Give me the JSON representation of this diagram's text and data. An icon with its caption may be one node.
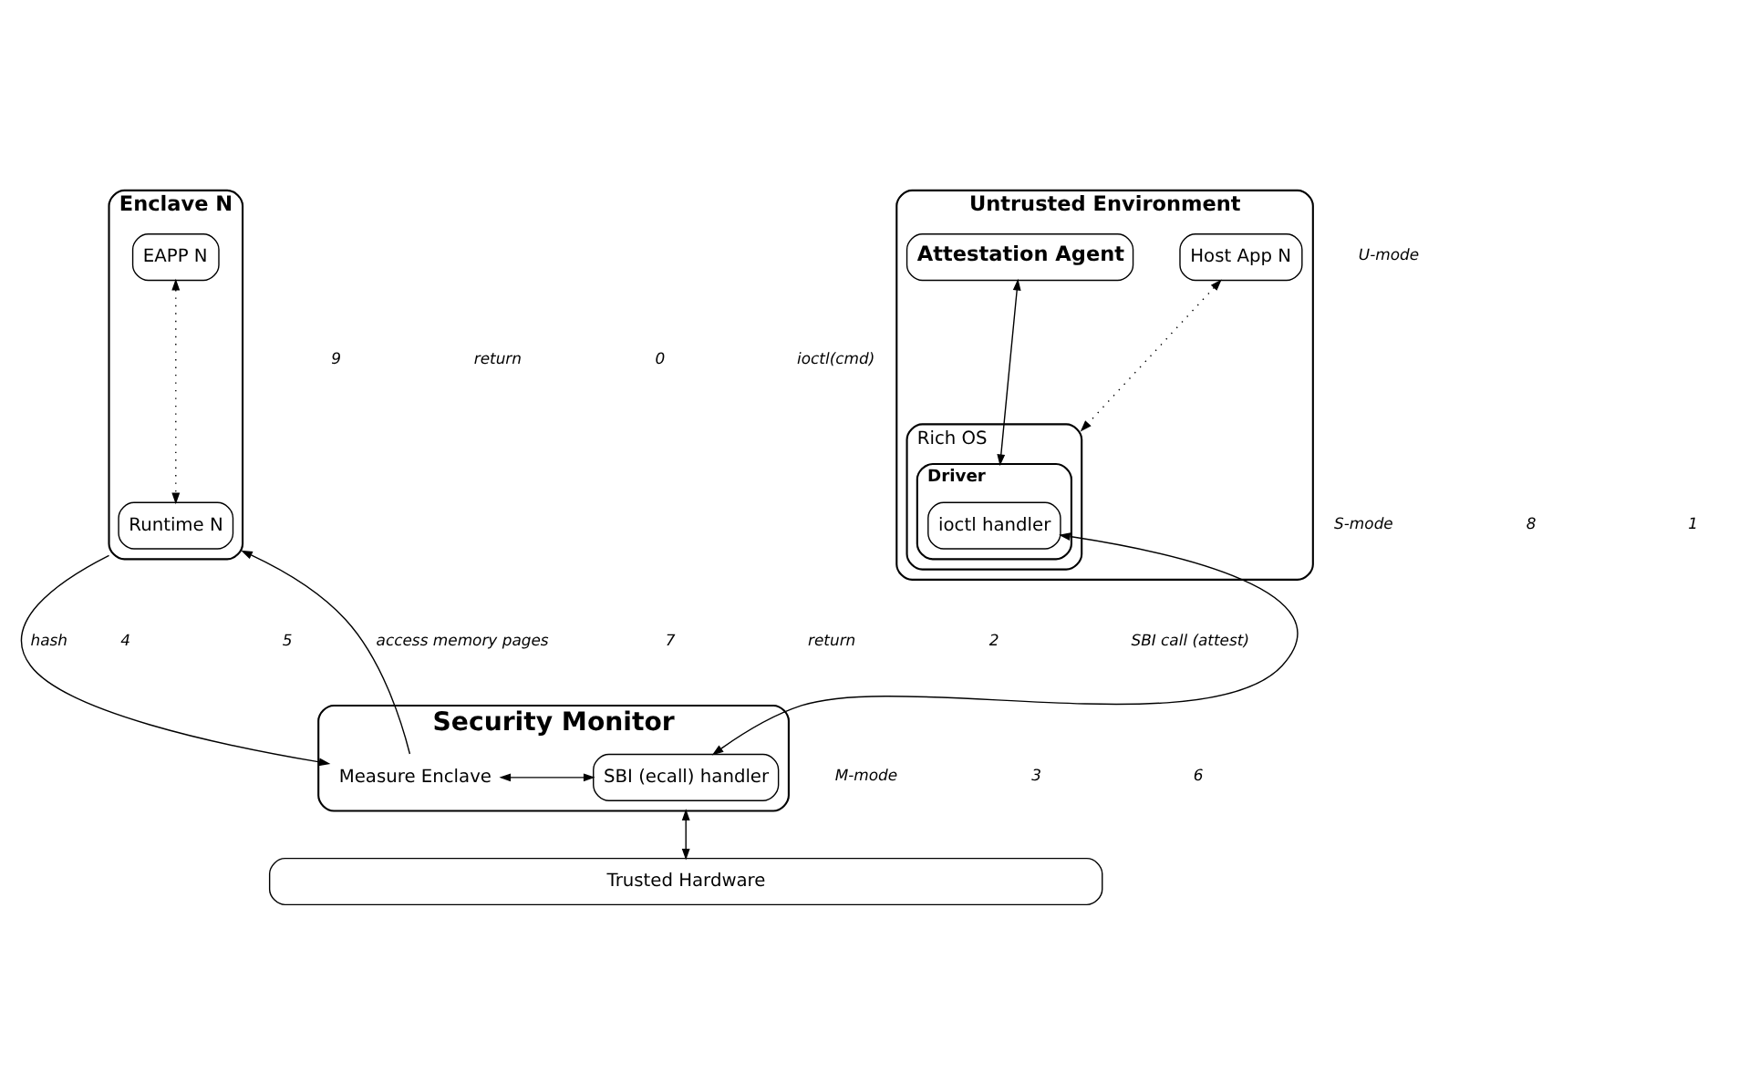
{
  "diagram": {
    "nodes": [
      {
        "text": [
          "Enclave N"
        ]
      },
      {
        "text": [
          "EAPP N"
        ],
        "in": 0
      },
      {
        "text": [
          "Runtime N"
        ],
        "in": 0
      },
      {
        "text": [
          "Untrusted Environment"
        ]
      },
      {
        "text": [
          "Host App N"
        ],
        "in": 3
      },
      {
        "text": [
          "Attestation Agent"
        ],
        "in": 3
      },
      {
        "text": [
          "Rich OS"
        ],
        "in": 3
      },
      {
        "text": [
          "Driver"
        ],
        "in": 6
      },
      {
        "text": [
          "ioctl handler"
        ],
        "in": 7
      },
      {
        "text": [
          "Security Monitor"
        ]
      },
      {
        "text": [
          "Measure Enclave"
        ],
        "in": 9
      },
      {
        "text": [
          "SBI (ecall) handler"
        ],
        "in": 9
      },
      {
        "text": [
          "Trusted Hardware"
        ]
      }
    ],
    "edges": [
      {
        "from": 1,
        "to": 2,
        "arrow": "both",
        "style": "dashed"
      },
      {
        "from": 4,
        "to": 6,
        "arrow": "both",
        "style": "dashed"
      },
      {
        "from": 5,
        "to": 7,
        "arrow": "both"
      },
      {
        "from": 8,
        "to": 11,
        "arrow": "both"
      },
      {
        "from": 10,
        "to": 0,
        "arrow": "to",
        "label": "access memory pages"
      },
      {
        "from": 0,
        "to": 10,
        "arrow": "to",
        "label": "hash"
      },
      {
        "from": 11,
        "to": 10,
        "arrow": "both"
      },
      {
        "from": 9,
        "to": 12,
        "arrow": "both"
      }
    ],
    "labels": [
      "U-mode",
      "9",
      "return",
      "0",
      "ioctl(cmd)",
      "S-mode",
      "8",
      "1",
      "4",
      "5",
      "7",
      "return",
      "2",
      "SBI call (attest)",
      "M-mode",
      "3",
      "6"
    ]
  }
}
